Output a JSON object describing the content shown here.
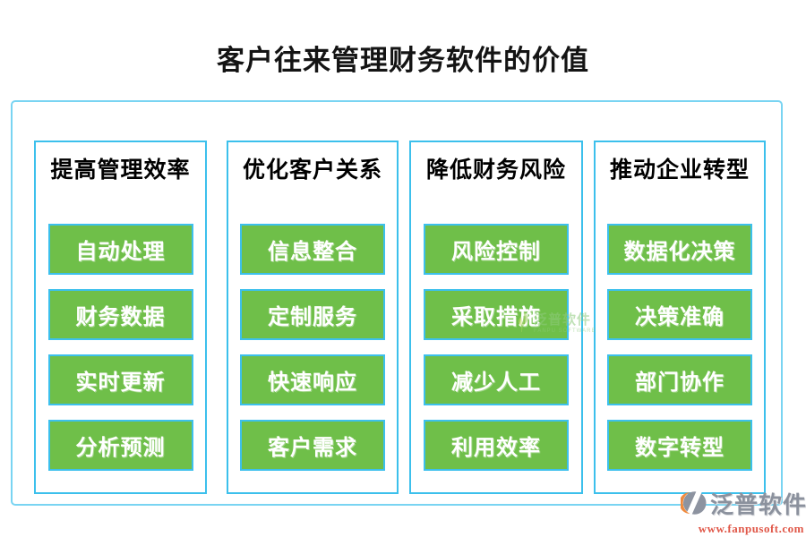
{
  "title": "客户往来管理财务软件的价值",
  "colors": {
    "button_green": "#6fbf49",
    "border_cyan": "#3cc0ec",
    "frame_cyan": "#79d4f2",
    "brand_gray": "#8b919d",
    "url_red": "#e05748",
    "watermark_green": "#8ecb7d",
    "button_text": "#ffffff",
    "title_text": "#141414"
  },
  "columns": [
    {
      "header": "提高管理效率",
      "items": [
        "自动处理",
        "财务数据",
        "实时更新",
        "分析预测"
      ]
    },
    {
      "header": "优化客户关系",
      "items": [
        "信息整合",
        "定制服务",
        "快速响应",
        "客户需求"
      ]
    },
    {
      "header": "降低财务风险",
      "items": [
        "风险控制",
        "采取措施",
        "减少人工",
        "利用效率"
      ]
    },
    {
      "header": "推动企业转型",
      "items": [
        "数据化决策",
        "决策准确",
        "部门协作",
        "数字转型"
      ]
    }
  ],
  "watermark": {
    "brand": "泛普软件",
    "subtext": "FANPU SOFTWARE"
  },
  "footer": {
    "brand": "泛普软件",
    "url": "www.fanpusoft.com"
  }
}
